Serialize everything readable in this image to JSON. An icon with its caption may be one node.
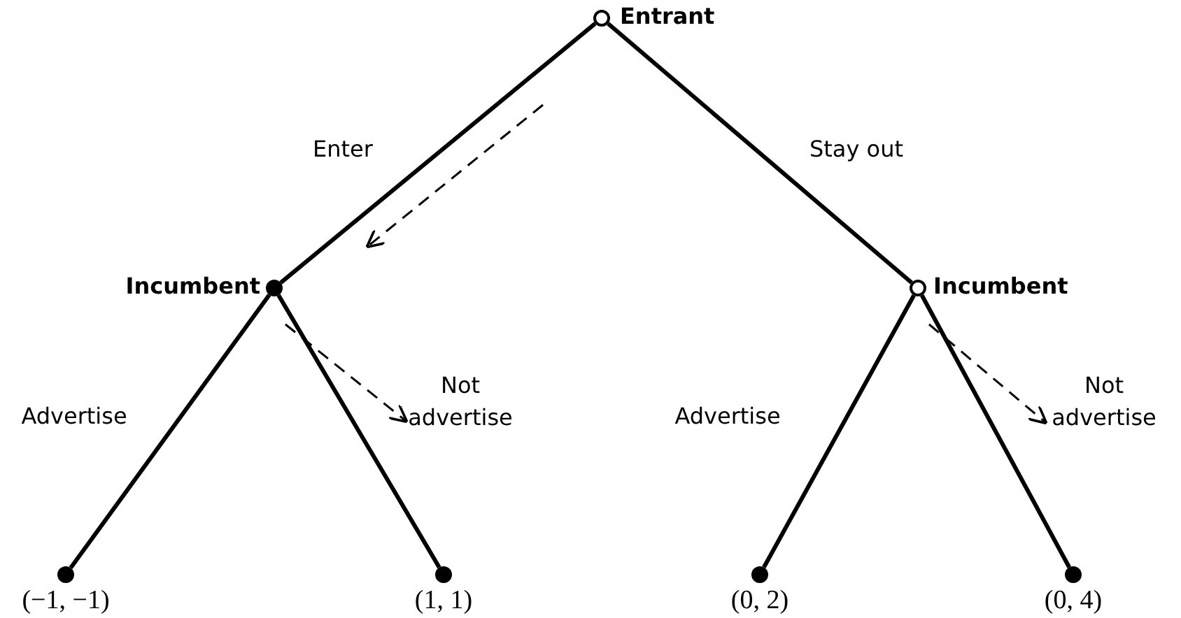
{
  "diagram": {
    "nodes": [
      {
        "text": [],
        "shape": "circle",
        "beside": [
          "Entrant"
        ]
      },
      {
        "text": [],
        "shape": "dot",
        "beside": [
          "Incumbent"
        ]
      },
      {
        "text": [],
        "shape": "circle",
        "beside": [
          "Incumbent"
        ]
      },
      {
        "text": [],
        "shape": "dot",
        "beside": [
          "(−1, −1)"
        ]
      },
      {
        "text": [],
        "shape": "dot",
        "beside": [
          "(1, 1)"
        ]
      },
      {
        "text": [],
        "shape": "dot",
        "beside": [
          "(0, 2)"
        ]
      },
      {
        "text": [],
        "shape": "dot",
        "beside": [
          "(0, 4)"
        ]
      }
    ],
    "edges": [
      {
        "from": 0,
        "to": 1,
        "arrow": "none",
        "label": "Enter"
      },
      {
        "from": 0,
        "to": 2,
        "arrow": "none",
        "label": "Stay out"
      },
      {
        "from": 1,
        "to": 3,
        "arrow": "none",
        "label": "Advertise"
      },
      {
        "from": 1,
        "to": 4,
        "arrow": "none",
        "label": "Not advertise"
      },
      {
        "from": 2,
        "to": 5,
        "arrow": "none",
        "label": "Advertise"
      },
      {
        "from": 2,
        "to": 6,
        "arrow": "none",
        "label": "Not advertise"
      }
    ]
  }
}
